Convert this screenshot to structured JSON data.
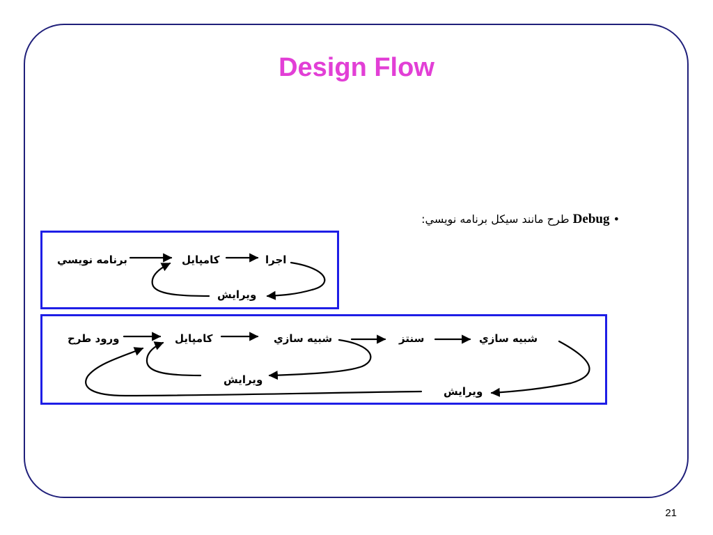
{
  "slide": {
    "title": "Design Flow",
    "page_number": "21",
    "bullet": {
      "marker": "•",
      "term": "Debug",
      "text": "طرح مانند سيكل برنامه نويسي:"
    }
  },
  "flow1": {
    "nodes": [
      "برنامه نويسي",
      "كامپايل",
      "اجرا",
      "ويرايش"
    ]
  },
  "flow2": {
    "nodes": [
      "ورود طرح",
      "كامپايل",
      "شبيه سازي",
      "سنتز",
      "شبيه سازي",
      "ويرايش",
      "ويرايش"
    ]
  },
  "colors": {
    "title": "#e23fd6",
    "box_border": "#1e1ee6",
    "frame_border": "#1f1f7a"
  }
}
